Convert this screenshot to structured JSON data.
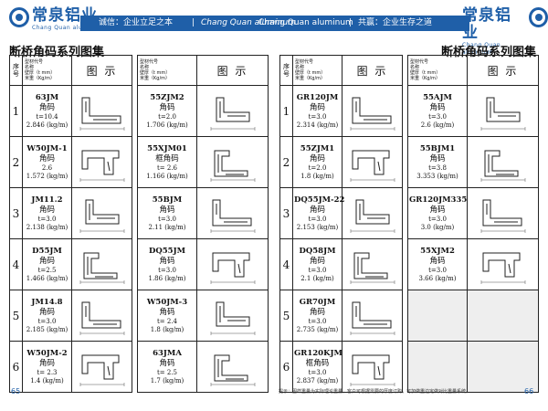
{
  "header": {
    "logo_cn": "常泉铝业",
    "logo_en": "Chang Quan aluminum",
    "slogan_left": "诚信：企业立足之本",
    "brand_en": "Chang Quan aluminum",
    "slogan_right": "共赢：企业生存之道",
    "separator": "|"
  },
  "left_page": {
    "title": "断桥角码系列图集",
    "page_number": "65",
    "header": {
      "seq_label": "序号",
      "small_label_lines": [
        "型材代号",
        "名称",
        "壁厚（t mm）",
        "米重（Kg/m）"
      ],
      "image_label": "图 示"
    },
    "left_col": [
      {
        "seq": "1",
        "code": "63JM",
        "name": "角码",
        "thickness": "t=10.4",
        "weight": "2.846 (kg/m)"
      },
      {
        "seq": "2",
        "code": "W50JM-1",
        "name": "角码",
        "thickness": "2.6",
        "weight": "1.572 (kg/m)"
      },
      {
        "seq": "3",
        "code": "JM11.2",
        "name": "角码",
        "thickness": "t=3.0",
        "weight": "2.138 (kg/m)"
      },
      {
        "seq": "4",
        "code": "D55JM",
        "name": "角码",
        "thickness": "t=2.5",
        "weight": "1.466 (kg/m)"
      },
      {
        "seq": "5",
        "code": "JM14.8",
        "name": "角码",
        "thickness": "t=3.0",
        "weight": "2.185 (kg/m)"
      },
      {
        "seq": "6",
        "code": "W50JM-2",
        "name": "角码",
        "thickness": "t= 2.3",
        "weight": "1.4 (kg/m)"
      }
    ],
    "right_col": [
      {
        "code": "55ZJM2",
        "name": "角码",
        "thickness": "t=2.0",
        "weight": "1.706 (kg/m)"
      },
      {
        "code": "55XJM01",
        "name": "框角码",
        "thickness": "t= 2.6",
        "weight": "1.166 (kg/m)"
      },
      {
        "code": "55BJM",
        "name": "角码",
        "thickness": "t=3.0",
        "weight": "2.11 (kg/m)"
      },
      {
        "code": "DQ55JM",
        "name": "角码",
        "thickness": "t=3.0",
        "weight": "1.86 (kg/m)"
      },
      {
        "code": "W50JM-3",
        "name": "角码",
        "thickness": "t= 2.4",
        "weight": "1.8 (kg/m)"
      },
      {
        "code": "63JMA",
        "name": "角码",
        "thickness": "t= 2.5",
        "weight": "1.7 (kg/m)"
      }
    ]
  },
  "right_page": {
    "title": "断桥角码系列图集",
    "page_number": "66",
    "header": {
      "seq_label": "序号",
      "small_label_lines": [
        "型材代号",
        "名称",
        "壁厚（t mm）",
        "米重（Kg/m）"
      ],
      "image_label": "图 示"
    },
    "left_col": [
      {
        "seq": "1",
        "code": "GR120JM",
        "name": "角码",
        "thickness": "t=3.0",
        "weight": "2.314 (kg/m)"
      },
      {
        "seq": "2",
        "code": "55ZJM1",
        "name": "角码",
        "thickness": "t=2.0",
        "weight": "1.8 (kg/m)"
      },
      {
        "seq": "3",
        "code": "DQ55JM-22",
        "name": "角码",
        "thickness": "t=3.0",
        "weight": "2.153 (kg/m)"
      },
      {
        "seq": "4",
        "code": "DQ58JM",
        "name": "角码",
        "thickness": "t=3.0",
        "weight": "2.1 (kg/m)"
      },
      {
        "seq": "5",
        "code": "GR70JM",
        "name": "角码",
        "thickness": "t=3.0",
        "weight": "2.735 (kg/m)"
      },
      {
        "seq": "6",
        "code": "GR120KJM",
        "name": "框角码",
        "thickness": "t=3.0",
        "weight": "2.837 (kg/m)"
      }
    ],
    "right_col": [
      {
        "code": "55AJM",
        "name": "角码",
        "thickness": "t=3.0",
        "weight": "2.6 (kg/m)"
      },
      {
        "code": "55BJM1",
        "name": "角码",
        "thickness": "t=3.8",
        "weight": "3.353 (kg/m)"
      },
      {
        "code": "GR120JM335",
        "name": "角码",
        "thickness": "t=3.0",
        "weight": "3.0 (kg/m)"
      },
      {
        "code": "55XJM2",
        "name": "角码",
        "thickness": "t=3.0",
        "weight": "3.66 (kg/m)"
      },
      {
        "code": "",
        "name": "",
        "thickness": "",
        "weight": ""
      },
      {
        "code": "",
        "name": "",
        "thickness": "",
        "weight": ""
      }
    ],
    "footnote": "提示：图样重量为实际理论重量，客户可根据需要的厚度订购，可加做重边定做对比重量系统。"
  }
}
